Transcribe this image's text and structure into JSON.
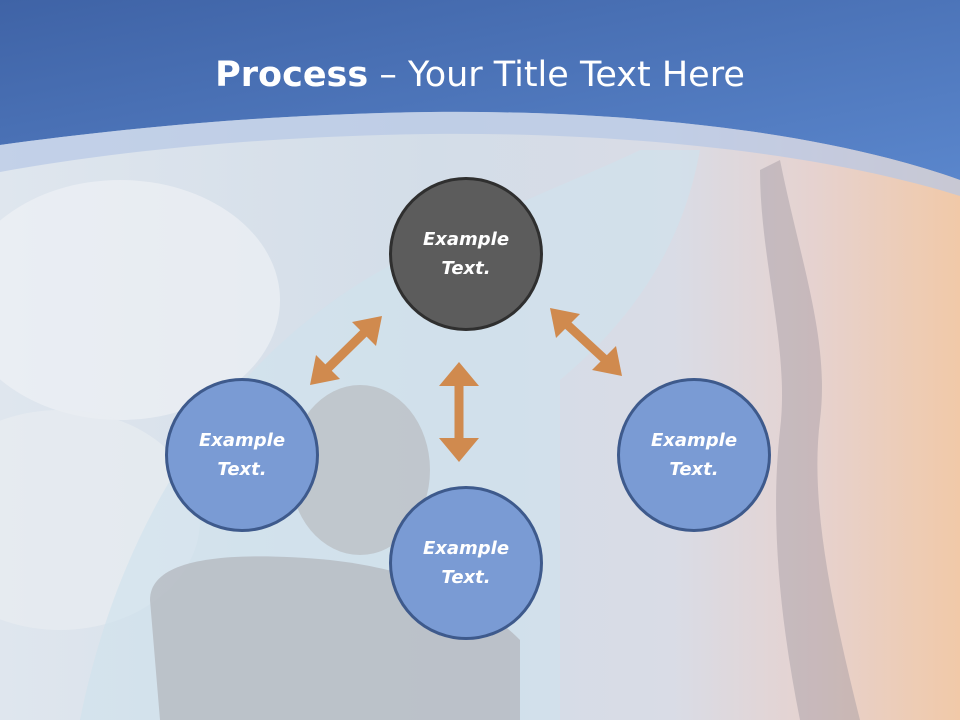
{
  "title": {
    "bold": "Process",
    "rest": " – Your Title Text Here"
  },
  "nodes": {
    "top": {
      "line1": "Example",
      "line2": "Text."
    },
    "left": {
      "line1": "Example",
      "line2": "Text."
    },
    "right": {
      "line1": "Example",
      "line2": "Text."
    },
    "bottom": {
      "line1": "Example",
      "line2": "Text."
    }
  },
  "colors": {
    "header": "#4a72b8",
    "center_node": "#5c5c5c",
    "outer_node": "#7a9bd4",
    "arrow": "#d08a4e"
  }
}
